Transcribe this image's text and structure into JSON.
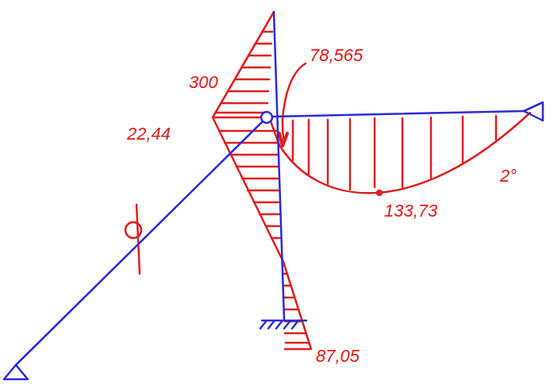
{
  "diagram": {
    "labels": [
      "300",
      "78,565",
      "22,44",
      "133,73",
      "2°",
      "87,05"
    ]
  }
}
